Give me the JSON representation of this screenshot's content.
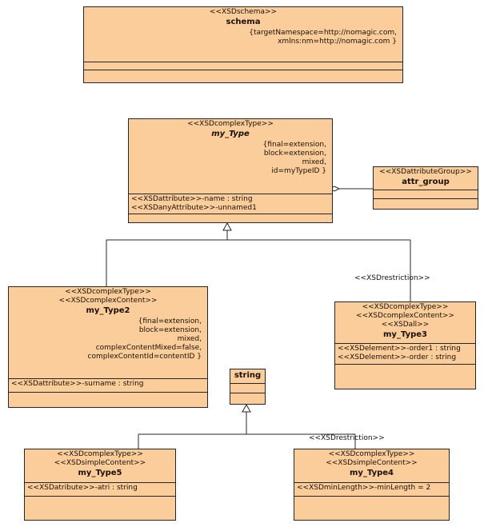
{
  "diagram": {
    "title": "XSD UML class diagram",
    "fill_color": "#fbcd9b",
    "line_color": "#262626",
    "background": "#ffffff"
  },
  "classes": {
    "schema": {
      "stereotypes": [
        "<<XSDschema>>"
      ],
      "name": "schema",
      "constraints": [
        "{targetNamespace=http://nomagic.com,",
        "xmlns:nm=http://nomagic.com }"
      ],
      "attributes": [],
      "operations": []
    },
    "my_type": {
      "stereotypes": [
        "<<XSDcomplexType>>"
      ],
      "name": "my_Type",
      "constraints": [
        "{final=extension,",
        "block=extension,",
        "mixed,",
        "id=myTypeID }"
      ],
      "attributes": [
        "<<XSDattribute>>-name : string",
        "<<XSDanyAttribute>>-unnamed1"
      ],
      "operations": []
    },
    "attr_group": {
      "stereotypes": [
        "<<XSDattributeGroup>>"
      ],
      "name": "attr_group",
      "constraints": [],
      "attributes": [],
      "operations": []
    },
    "my_type2": {
      "stereotypes": [
        "<<XSDcomplexType>>",
        "<<XSDcomplexContent>>"
      ],
      "name": "my_Type2",
      "constraints": [
        "{final=extension,",
        "block=extension,",
        "mixed,",
        "complexContentMixed=false,",
        "complexContentId=contentID }"
      ],
      "attributes": [
        "<<XSDattribute>>-surname : string"
      ],
      "operations": []
    },
    "my_type3": {
      "stereotypes": [
        "<<XSDcomplexType>>",
        "<<XSDcomplexContent>>",
        "<<XSDall>>"
      ],
      "name": "my_Type3",
      "constraints": [],
      "attributes": [
        "<<XSDelement>>-order1 : string",
        "<<XSDelement>>-order : string"
      ],
      "operations": []
    },
    "string": {
      "stereotypes": [],
      "name": "string",
      "constraints": [],
      "attributes": [],
      "operations": []
    },
    "my_type5": {
      "stereotypes": [
        "<<XSDcomplexType>>",
        "<<XSDsimpleContent>>"
      ],
      "name": "my_Type5",
      "constraints": [],
      "attributes": [
        "<<XSDatribute>>-atri : string"
      ],
      "operations": []
    },
    "my_type4": {
      "stereotypes": [
        "<<XSDcomplexType>>",
        "<<XSDsimpleContent>>"
      ],
      "name": "my_Type4",
      "constraints": [],
      "attributes": [
        "<<XSDminLength>>-minLength = 2"
      ],
      "operations": []
    }
  },
  "relationships": {
    "my_type_to_attr_group": {
      "type": "aggregation",
      "label": ""
    },
    "my_type2_generalization": {
      "type": "generalization",
      "label": ""
    },
    "my_type3_generalization": {
      "type": "generalization",
      "label": "<<XSDrestriction>>"
    },
    "my_type5_generalization": {
      "type": "generalization",
      "label": ""
    },
    "my_type4_generalization": {
      "type": "generalization",
      "label": "<<XSDrestriction>>"
    }
  }
}
